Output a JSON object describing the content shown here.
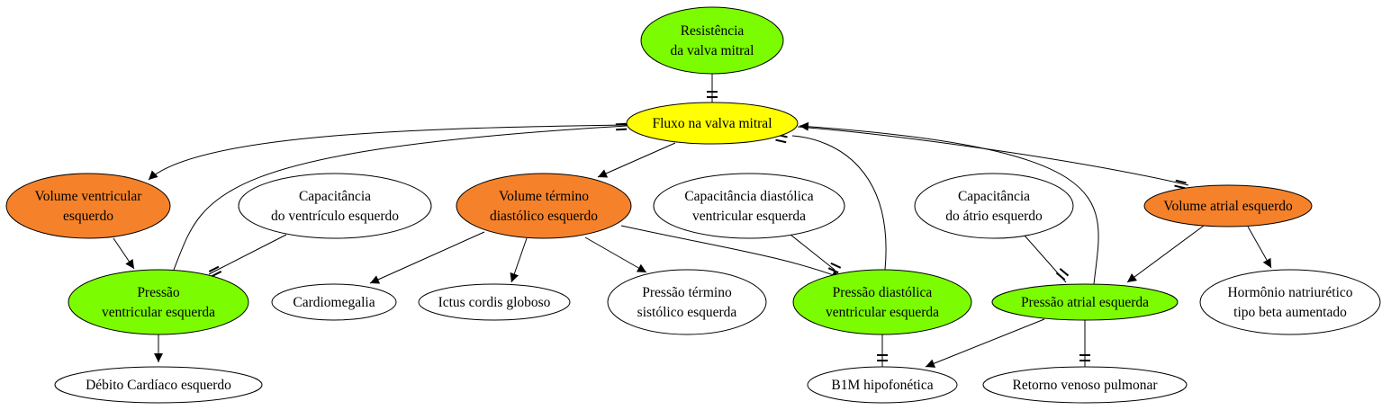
{
  "colors": {
    "green": "#7cfc00",
    "yellow": "#ffff00",
    "orange": "#f5822a",
    "white": "#ffffff"
  },
  "nodes": [
    {
      "id": "resistencia",
      "lines": [
        "Resistência",
        "da valva mitral"
      ],
      "fill": "green"
    },
    {
      "id": "fluxo",
      "lines": [
        "Fluxo na valva mitral"
      ],
      "fill": "yellow"
    },
    {
      "id": "vol-vent",
      "lines": [
        "Volume ventricular",
        "esquerdo"
      ],
      "fill": "orange"
    },
    {
      "id": "cap-vent",
      "lines": [
        "Capacitância",
        "do ventrículo esquerdo"
      ],
      "fill": "white"
    },
    {
      "id": "vol-term",
      "lines": [
        "Volume término",
        "diastólico esquerdo"
      ],
      "fill": "orange"
    },
    {
      "id": "cap-diast",
      "lines": [
        "Capacitância diastólica",
        "ventricular esquerda"
      ],
      "fill": "white"
    },
    {
      "id": "cap-atrio",
      "lines": [
        "Capacitância",
        "do átrio esquerdo"
      ],
      "fill": "white"
    },
    {
      "id": "vol-atrial",
      "lines": [
        "Volume atrial esquerdo"
      ],
      "fill": "orange"
    },
    {
      "id": "pressao-vent",
      "lines": [
        "Pressão",
        "ventricular esquerda"
      ],
      "fill": "green"
    },
    {
      "id": "cardiomegalia",
      "lines": [
        "Cardiomegalia"
      ],
      "fill": "white"
    },
    {
      "id": "ictus",
      "lines": [
        "Ictus cordis globoso"
      ],
      "fill": "white"
    },
    {
      "id": "pressao-sist",
      "lines": [
        "Pressão término",
        "sistólico esquerda"
      ],
      "fill": "white"
    },
    {
      "id": "pressao-diast",
      "lines": [
        "Pressão diastólica",
        "ventricular esquerda"
      ],
      "fill": "green"
    },
    {
      "id": "pressao-atrial",
      "lines": [
        "Pressão atrial esquerda"
      ],
      "fill": "green"
    },
    {
      "id": "hormonio",
      "lines": [
        "Hormônio natriurético",
        "tipo beta aumentado"
      ],
      "fill": "white"
    },
    {
      "id": "debito",
      "lines": [
        "Débito Cardíaco esquerdo"
      ],
      "fill": "white"
    },
    {
      "id": "b1m",
      "lines": [
        "B1M hipofonética"
      ],
      "fill": "white"
    },
    {
      "id": "retorno",
      "lines": [
        "Retorno venoso pulmonar"
      ],
      "fill": "white"
    }
  ],
  "edges": [
    {
      "from": "resistencia",
      "to": "fluxo",
      "type": "inverse"
    },
    {
      "from": "fluxo",
      "to": "vol-vent",
      "type": "arrow"
    },
    {
      "from": "fluxo",
      "to": "vol-term",
      "type": "arrow"
    },
    {
      "from": "pressao-vent",
      "to": "fluxo",
      "type": "inverse"
    },
    {
      "from": "pressao-diast",
      "to": "fluxo",
      "type": "inverse"
    },
    {
      "from": "pressao-atrial",
      "to": "fluxo",
      "type": "arrow"
    },
    {
      "from": "fluxo",
      "to": "vol-atrial",
      "type": "inverse"
    },
    {
      "from": "vol-vent",
      "to": "pressao-vent",
      "type": "arrow"
    },
    {
      "from": "cap-vent",
      "to": "pressao-vent",
      "type": "inverse"
    },
    {
      "from": "pressao-vent",
      "to": "debito",
      "type": "arrow"
    },
    {
      "from": "vol-term",
      "to": "cardiomegalia",
      "type": "arrow"
    },
    {
      "from": "vol-term",
      "to": "ictus",
      "type": "arrow"
    },
    {
      "from": "vol-term",
      "to": "pressao-sist",
      "type": "arrow"
    },
    {
      "from": "vol-term",
      "to": "pressao-diast",
      "type": "arrow"
    },
    {
      "from": "cap-diast",
      "to": "pressao-diast",
      "type": "inverse"
    },
    {
      "from": "pressao-diast",
      "to": "b1m",
      "type": "inverse"
    },
    {
      "from": "pressao-atrial",
      "to": "b1m",
      "type": "arrow"
    },
    {
      "from": "cap-atrio",
      "to": "pressao-atrial",
      "type": "inverse"
    },
    {
      "from": "vol-atrial",
      "to": "pressao-atrial",
      "type": "arrow"
    },
    {
      "from": "vol-atrial",
      "to": "hormonio",
      "type": "arrow"
    },
    {
      "from": "pressao-atrial",
      "to": "retorno",
      "type": "inverse"
    }
  ]
}
